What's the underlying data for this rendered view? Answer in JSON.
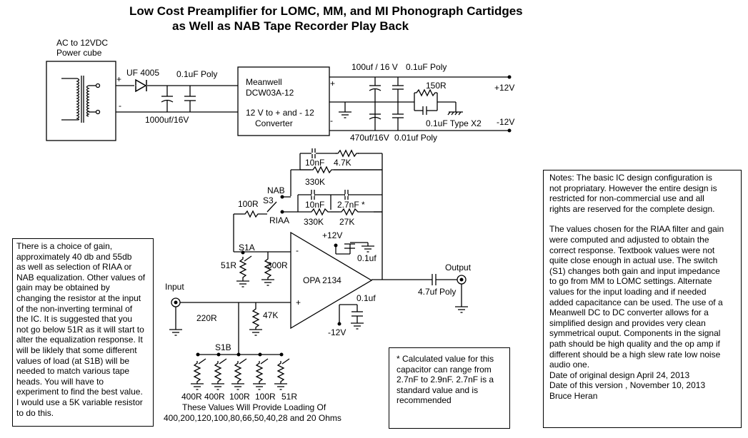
{
  "title": {
    "line1": "Low Cost Preamplifier for LOMC, MM, and MI Phonograph Cartidges",
    "line2": "as Well as NAB Tape Recorder Play Back"
  },
  "power_supply": {
    "cube_label_1": "AC to 12VDC",
    "cube_label_2": "Power cube",
    "plus": "+",
    "minus": "-",
    "diode": "UF 4005",
    "cap_poly": "0.1uF Poly",
    "cap_elec": "1000uf/16V",
    "converter_1": "Meanwell",
    "converter_2": "DCW03A-12",
    "converter_3": "12 V to + and - 12",
    "converter_4": "Converter",
    "out_plus": "+",
    "out_minus": "-",
    "cap_top_elec": "100uf / 16 V",
    "cap_top_poly": "0.1uF Poly",
    "cap_bot_elec": "470uf/16V",
    "cap_bot_poly": "0.01uf Poly",
    "ground_res": "150R",
    "ground_cap": "0.1uF Type X2",
    "rail_pos": "+12V",
    "rail_neg": "-12V"
  },
  "amplifier": {
    "fb_nab_cap": "10nF",
    "fb_nab_res": "4.7K",
    "fb_nab_res2": "330K",
    "switch_nab": "NAB",
    "switch_name": "S3",
    "switch_riaa": "RIAA",
    "r_series": "100R",
    "fb_riaa_cap1": "10nF",
    "fb_riaa_cap2": "2.7nF *",
    "fb_riaa_res1": "330K",
    "fb_riaa_res2": "27K",
    "s1a": "S1A",
    "r51": "51R",
    "r300": "300R",
    "opamp": "OPA 2134",
    "inv": "-",
    "noninv": "+",
    "vpos": "+12V",
    "vneg": "-12V",
    "decoup_top": "0.1uf",
    "decoup_bot": "0.1uf",
    "input": "Input",
    "r_in": "220R",
    "r_load": "47K",
    "output": "Output",
    "cap_out": "4.7uf Poly",
    "s1b": "S1B",
    "load_values": [
      "400R",
      "400R",
      "100R",
      "100R",
      "51R"
    ],
    "load_caption_1": "These Values Will Provide  Loading Of",
    "load_caption_2": "400,200,120,100,80,66,50,40,28 and 20 Ohms"
  },
  "notes": {
    "left": "There is a choice of gain,\napproximately 40 db and 55db\nas well as selection of RIAA or\nNAB equalization.  Other values of\ngain may be obtained by\nchanging the resistor at the input\nof the non-inverting terminal of\nthe IC.  It is suggested that you\nnot go below 51R as it will start to\nalter the equalization response.  It\nwill be liklely that some different\nvalues of load (at S1B) will be\nneeded to match various tape\nheads.  You will have to\nexperiment to find the best value.\nI would use a 5K variable resistor\nto do this.",
    "center": "* Calculated value for this\ncapacitor can range from\n2.7nF to 2.9nF.  2.7nF is a\nstandard value and is\nrecommended",
    "right_1": "Notes:  The basic IC design configuration is\nnot propriatary.  However the entire design is\nrestricted for non-commercial use and all\nrights are reserved for the complete design.",
    "right_2": "The values chosen for the RIAA filter and gain\nwere computed and adjusted to obtain the\ncorrect response.  Textbook values were not\nquite close enough in actual use.  The switch\n(S1) changes both gain and input impedance\nto go from MM to LOMC settings.  Alternate\nvalues for the input loading and if needed\nadded capacitance can be used.  The use of a\nMeanwell DC to DC converter allows for a\nsimplified design and provides very clean\nsymmetrical ouput.  Components in the signal\npath should be high quality and the op amp if\ndifferent should be a high slew rate low noise\naudio one.",
    "date_original": "Date of original design  April 24, 2013",
    "date_version": "Date of this version  , November 10, 2013",
    "author": "Bruce Heran"
  }
}
